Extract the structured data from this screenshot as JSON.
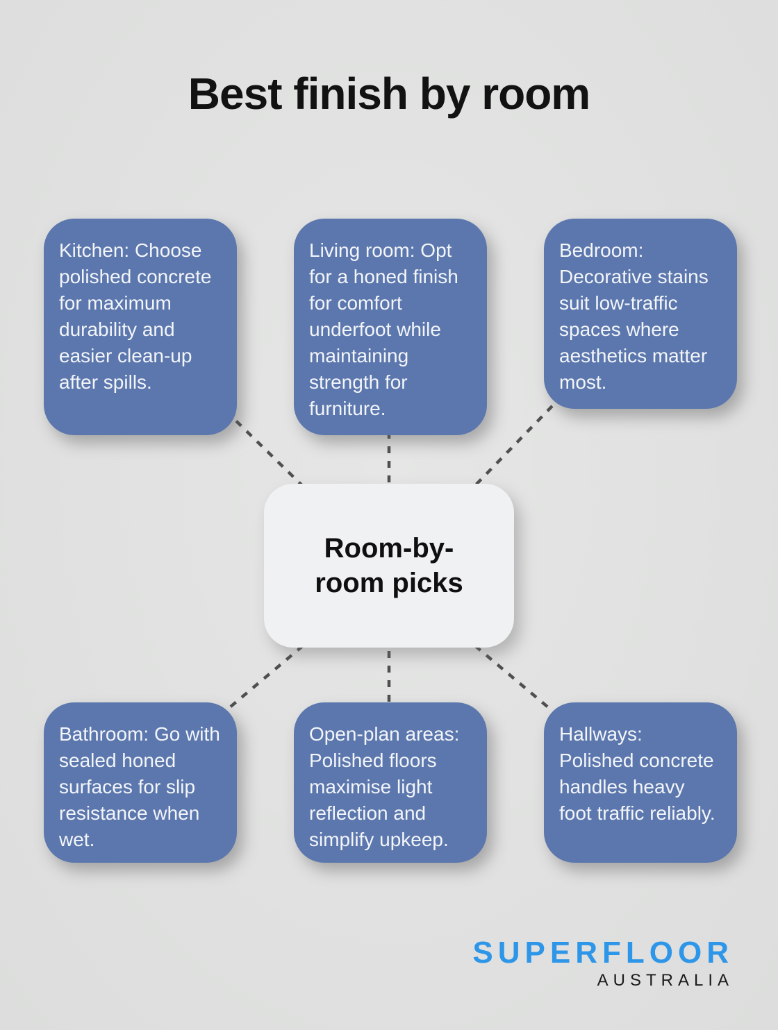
{
  "title": "Best finish by room",
  "center": {
    "label": "Room-by-room picks"
  },
  "nodes": [
    {
      "id": "kitchen",
      "text": "Kitchen: Choose polished concrete for maximum durability and easier clean-up after spills."
    },
    {
      "id": "living-room",
      "text": "Living room: Opt for a honed finish for comfort underfoot while maintaining strength for furniture."
    },
    {
      "id": "bedroom",
      "text": "Bedroom: Decorative stains suit low-traffic spaces where aesthetics matter most."
    },
    {
      "id": "bathroom",
      "text": "Bathroom: Go with sealed honed surfaces for slip resistance when wet."
    },
    {
      "id": "open-plan-areas",
      "text": "Open-plan areas: Polished floors maximise light reflection and simplify upkeep."
    },
    {
      "id": "hallways",
      "text": "Hallways: Polished concrete handles heavy foot traffic reliably."
    }
  ],
  "logo": {
    "brand": "SUPERFLOOR",
    "region": "AUSTRALIA"
  },
  "colors": {
    "background": "#e0e1e0",
    "node_fill": "#5b77ad",
    "node_text": "#f3f5f9",
    "center_fill": "#f0f1f2",
    "center_text": "#0f0f0f",
    "connector": "#4f4f4f",
    "title_text": "#121212",
    "brand_blue": "#2e96e8",
    "brand_dark": "#1b1b1b"
  }
}
